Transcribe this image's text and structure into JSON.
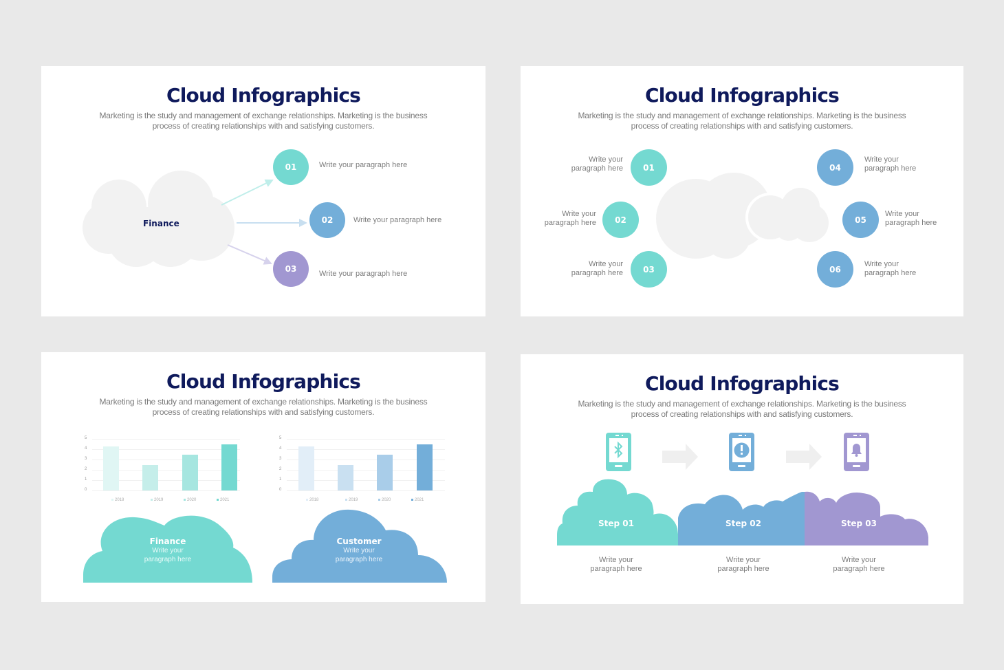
{
  "common": {
    "title": "Cloud Infographics",
    "subtitle_line1": "Marketing is the study and management of exchange relationships. Marketing is the business",
    "subtitle_line2": "process of creating relationships with and satisfying customers."
  },
  "colors": {
    "background": "#e9e9e9",
    "title": "#0f1a5c",
    "teal": "#74d9d1",
    "blue": "#73aed9",
    "purple": "#a197d1",
    "cloud_gray": "#f2f2f2",
    "arrow_gray": "#efefef"
  },
  "slide1": {
    "cloud_label": "Finance",
    "items": [
      {
        "number": "01",
        "text": "Write your paragraph here"
      },
      {
        "number": "02",
        "text": "Write your paragraph here"
      },
      {
        "number": "03",
        "text": "Write your paragraph here"
      }
    ]
  },
  "slide2": {
    "items": [
      {
        "number": "01",
        "text_line1": "Write your",
        "text_line2": "paragraph here"
      },
      {
        "number": "02",
        "text_line1": "Write your",
        "text_line2": "paragraph here"
      },
      {
        "number": "03",
        "text_line1": "Write your",
        "text_line2": "paragraph here"
      },
      {
        "number": "04",
        "text_line1": "Write your",
        "text_line2": "paragraph here"
      },
      {
        "number": "05",
        "text_line1": "Write your",
        "text_line2": "paragraph here"
      },
      {
        "number": "06",
        "text_line1": "Write your",
        "text_line2": "paragraph here"
      }
    ]
  },
  "slide3": {
    "clouds": [
      {
        "title": "Finance",
        "text_line1": "Write your",
        "text_line2": "paragraph here"
      },
      {
        "title": "Customer",
        "text_line1": "Write your",
        "text_line2": "paragraph here"
      }
    ]
  },
  "slide4": {
    "steps": [
      {
        "label": "Step 01",
        "icon": "phone-bluetooth-icon",
        "text_line1": "Write your",
        "text_line2": "paragraph here"
      },
      {
        "label": "Step 02",
        "icon": "phone-alert-icon",
        "text_line1": "Write your",
        "text_line2": "paragraph here"
      },
      {
        "label": "Step 03",
        "icon": "phone-bell-icon",
        "text_line1": "Write your",
        "text_line2": "paragraph here"
      }
    ]
  },
  "chart_data": [
    {
      "type": "bar",
      "title": "",
      "categories": [
        "2018",
        "2019",
        "2020",
        "2021"
      ],
      "values": [
        4.3,
        2.5,
        3.5,
        4.5
      ],
      "bar_colors": [
        "#e0f6f4",
        "#c5eeea",
        "#a6e6e0",
        "#74d9d1"
      ],
      "yticks": [
        "0",
        "1",
        "2",
        "3",
        "4",
        "5"
      ],
      "ylim": [
        0,
        5
      ],
      "grid": true,
      "legend_position": "bottom",
      "xlabel": "",
      "ylabel": ""
    },
    {
      "type": "bar",
      "title": "",
      "categories": [
        "2018",
        "2019",
        "2020",
        "2021"
      ],
      "values": [
        4.3,
        2.5,
        3.5,
        4.5
      ],
      "bar_colors": [
        "#e2eef8",
        "#c9e0f1",
        "#a9cde9",
        "#73aed9"
      ],
      "yticks": [
        "0",
        "1",
        "2",
        "3",
        "4",
        "5"
      ],
      "ylim": [
        0,
        5
      ],
      "grid": true,
      "legend_position": "bottom",
      "xlabel": "",
      "ylabel": ""
    }
  ]
}
